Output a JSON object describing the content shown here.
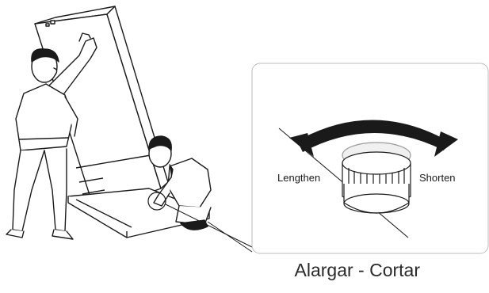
{
  "labels": {
    "lengthen": "Lengthen",
    "shorten": "Shorten",
    "caption": "Alargar - Cortar"
  },
  "colors": {
    "line": "#1a1a1a",
    "arrow": "#1a1a1a",
    "background": "#ffffff"
  }
}
